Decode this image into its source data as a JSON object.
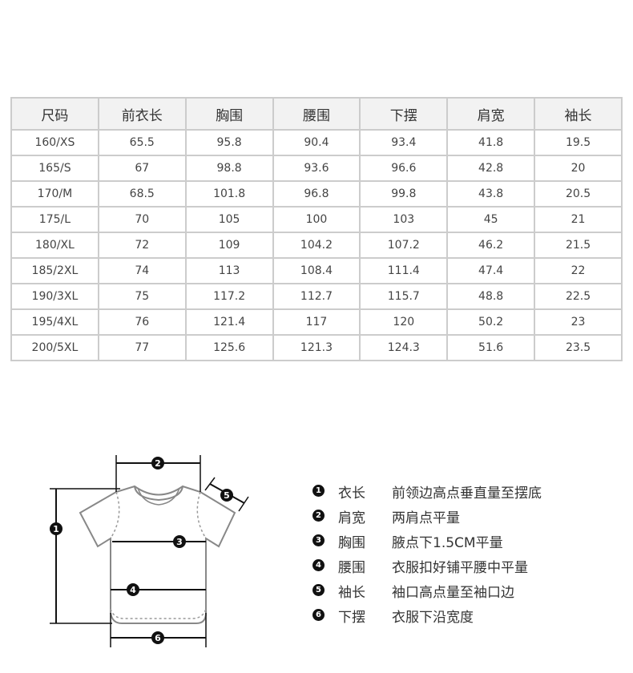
{
  "table": {
    "headers": [
      "尺码",
      "前衣长",
      "胸围",
      "腰围",
      "下摆",
      "肩宽",
      "袖长"
    ],
    "rows": [
      [
        "160/XS",
        "65.5",
        "95.8",
        "90.4",
        "93.4",
        "41.8",
        "19.5"
      ],
      [
        "165/S",
        "67",
        "98.8",
        "93.6",
        "96.6",
        "42.8",
        "20"
      ],
      [
        "170/M",
        "68.5",
        "101.8",
        "96.8",
        "99.8",
        "43.8",
        "20.5"
      ],
      [
        "175/L",
        "70",
        "105",
        "100",
        "103",
        "45",
        "21"
      ],
      [
        "180/XL",
        "72",
        "109",
        "104.2",
        "107.2",
        "46.2",
        "21.5"
      ],
      [
        "185/2XL",
        "74",
        "113",
        "108.4",
        "111.4",
        "47.4",
        "22"
      ],
      [
        "190/3XL",
        "75",
        "117.2",
        "112.7",
        "115.7",
        "48.8",
        "22.5"
      ],
      [
        "195/4XL",
        "76",
        "121.4",
        "117",
        "120",
        "50.2",
        "23"
      ],
      [
        "200/5XL",
        "77",
        "125.6",
        "121.3",
        "124.3",
        "51.6",
        "23.5"
      ]
    ]
  },
  "diagram": {
    "markers": [
      "1",
      "2",
      "3",
      "4",
      "5",
      "6"
    ]
  },
  "legend": [
    {
      "num": "1",
      "name": "衣长",
      "desc": "前领边高点垂直量至摆底"
    },
    {
      "num": "2",
      "name": "肩宽",
      "desc": "两肩点平量"
    },
    {
      "num": "3",
      "name": "胸围",
      "desc": "腋点下1.5CM平量"
    },
    {
      "num": "4",
      "name": "腰围",
      "desc": "衣服扣好铺平腰中平量"
    },
    {
      "num": "5",
      "name": "袖长",
      "desc": "袖口高点量至袖口边"
    },
    {
      "num": "6",
      "name": "下摆",
      "desc": "衣服下沿宽度"
    }
  ],
  "colors": {
    "border": "#cccccc",
    "header_bg": "#f2f2f2",
    "text": "#333333",
    "marker": "#111111",
    "shirt_outline": "#888888"
  }
}
